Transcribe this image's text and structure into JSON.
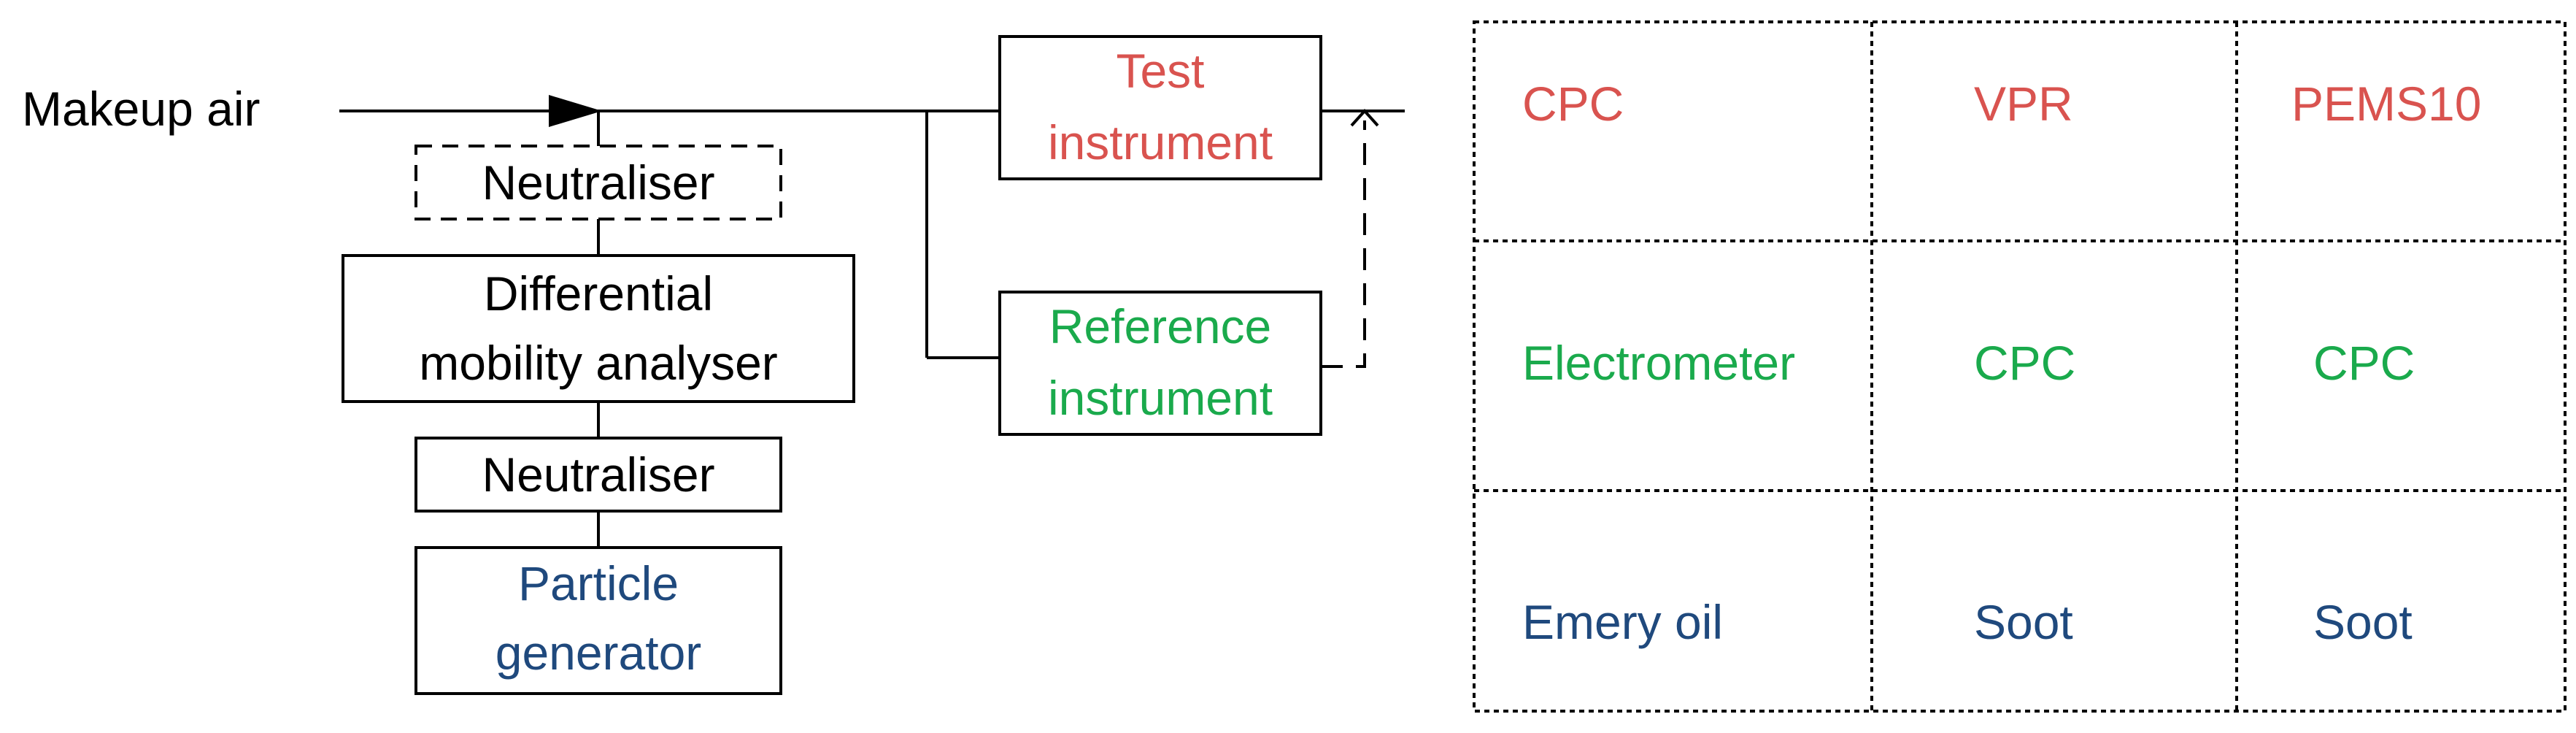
{
  "diagram": {
    "makeup_label": "Makeup air",
    "neutraliser_dashed": "Neutraliser",
    "dma_line1": "Differential",
    "dma_line2": "mobility analyser",
    "neutraliser_solid": "Neutraliser",
    "generator_line1": "Particle",
    "generator_line2": "generator",
    "test_line1": "Test",
    "test_line2": "instrument",
    "reference_line1": "Reference",
    "reference_line2": "instrument"
  },
  "table": {
    "rows": [
      [
        "CPC",
        "VPR",
        "PEMS10"
      ],
      [
        "Electrometer",
        "CPC",
        "CPC"
      ],
      [
        "Emery oil",
        "Soot",
        "Soot"
      ]
    ]
  },
  "colors": {
    "black": "#000000",
    "test": "#d9534f",
    "reference": "#1aaa4c",
    "generator": "#1f497d"
  }
}
